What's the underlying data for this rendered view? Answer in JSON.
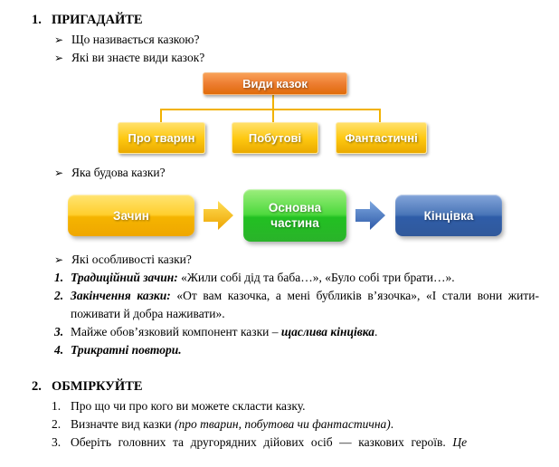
{
  "glyphs": {
    "bullet": "➢"
  },
  "colors": {
    "root_orange": "#ed7d31",
    "box_yellow": "#fec810",
    "box_green": "#33cc33",
    "box_blue": "#3a66ab",
    "connector": "#f2b200"
  },
  "section1": {
    "number": "1.",
    "title": "ПРИГАДАЙТЕ",
    "bullets": {
      "b1": "Що називається казкою?",
      "b2": "Які ви знаєте види казок?",
      "b3": "Яка будова казки?",
      "b4": "Які особливості казки?"
    },
    "types_chart": {
      "root": "Види казок",
      "children": [
        "Про тварин",
        "Побутові",
        "Фантастичні"
      ]
    },
    "structure_chart": {
      "steps": [
        "Зачин",
        "Основна частина",
        "Кінцівка"
      ]
    },
    "features": [
      {
        "num": "1.",
        "lead": "Традиційний зачин:",
        "rest": " «Жили собі дід та баба…», «Було собі три брати…»."
      },
      {
        "num": "2.",
        "lead": "Закінчення казки:",
        "rest": " «От вам казочка, а мені бубликів в’язочка», «І стали вони жити-поживати й добра наживати»."
      },
      {
        "num": "3.",
        "pre": "Майже обов’язковий компонент казки – ",
        "em": "щаслива кінцівка",
        "post": "."
      },
      {
        "num": "4.",
        "lead": "Трикратні повтори."
      }
    ]
  },
  "section2": {
    "number": "2.",
    "title": "ОБМІРКУЙТЕ",
    "items": [
      {
        "num": "1.",
        "pre": "Про що чи про кого ви можете скласти казку."
      },
      {
        "num": "2.",
        "pre": "Визначте вид казки ",
        "em": "(про тварин, побутова чи фантастична)",
        "post": "."
      },
      {
        "num": "3.",
        "pre": "Оберіть головних та другорядних дійових осіб — казкових героїв. ",
        "em": "Це"
      }
    ]
  }
}
